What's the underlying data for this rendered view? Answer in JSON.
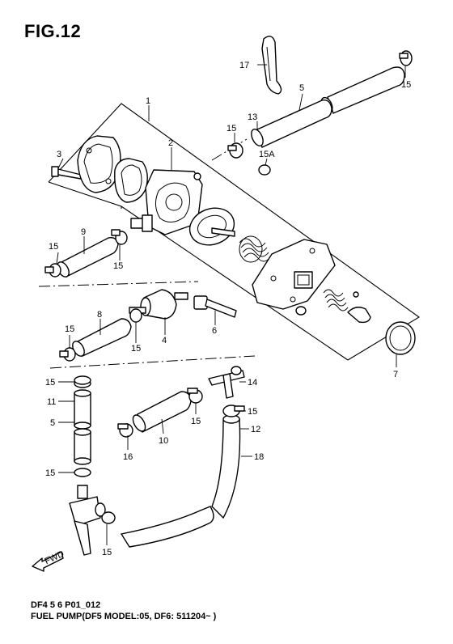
{
  "figure": {
    "title": "FIG.12",
    "code": "DF4 5 6 P01_012",
    "caption": "FUEL PUMP(DF5 MODEL:05, DF6: 511204~ )",
    "fwd_label": "FWD"
  },
  "callouts": {
    "c1": "1",
    "c2": "2",
    "c3": "3",
    "c4": "4",
    "c5a": "5",
    "c5b": "5",
    "c6": "6",
    "c7": "7",
    "c8": "8",
    "c9": "9",
    "c10": "10",
    "c11": "11",
    "c12": "12",
    "c13": "13",
    "c14": "14",
    "c15a": "15",
    "c15b": "15",
    "c15c": "15",
    "c15d": "15",
    "c15e": "15",
    "c15f": "15",
    "c15g": "15",
    "c15h": "15",
    "c15i": "15",
    "c15j": "15",
    "c15A": "15A",
    "c16": "16",
    "c17": "17",
    "c18": "18"
  }
}
